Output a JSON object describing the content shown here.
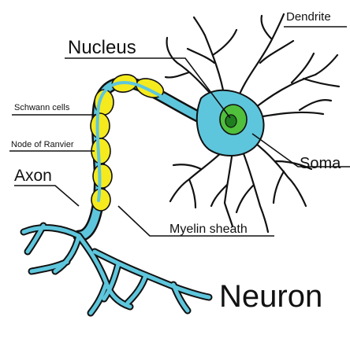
{
  "labels": {
    "dendrite": "Dendrite",
    "nucleus": "Nucleus",
    "schwann_cells": "Schwann cells",
    "node_of_ranvier": "Node of Ranvier",
    "axon": "Axon",
    "soma": "Soma",
    "myelin_sheath": "Myelin sheath",
    "title": "Neuron"
  },
  "colors": {
    "cell_body": "#5ec6dc",
    "nucleus": "#4fbf3c",
    "nucleolus": "#1f7f1f",
    "myelin": "#f5ea1e",
    "outline": "#111111"
  }
}
